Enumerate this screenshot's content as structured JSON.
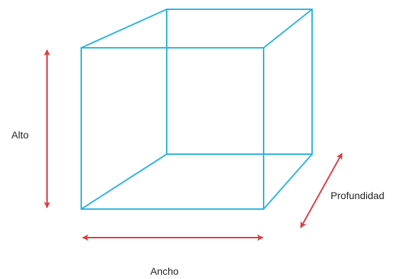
{
  "diagram": {
    "labels": {
      "height": "Alto",
      "width": "Ancho",
      "depth": "Profundidad"
    },
    "colors": {
      "cube_edges": "#2ab4e0",
      "dimension_arrows": "#e03a3e",
      "label_text": "#222222"
    }
  }
}
